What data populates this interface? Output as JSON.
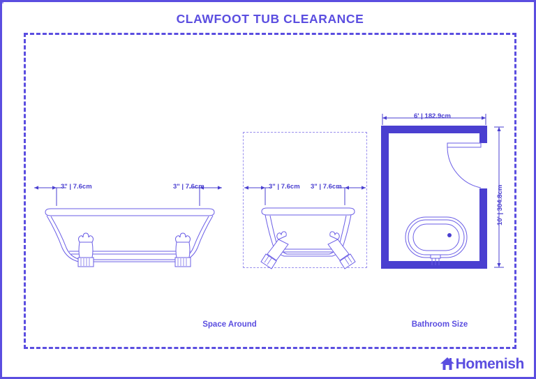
{
  "title": "CLAWFOOT TUB CLEARANCE",
  "colors": {
    "accent": "#5b4ee0",
    "line": "#6a5de6",
    "wall": "#4a3fd0",
    "dim_text": "#4a3fd0",
    "light_dash": "#9a90ee",
    "background": "#ffffff"
  },
  "sections": {
    "space_around": {
      "caption": "Space Around",
      "side_view": {
        "left_clearance": "3\" | 7.6cm",
        "right_clearance": "3\" | 7.6cm"
      },
      "end_view": {
        "left_clearance": "3\" | 7.6cm",
        "right_clearance": "3\" | 7.6cm"
      }
    },
    "bathroom_size": {
      "caption": "Bathroom Size",
      "width": "6' | 182.9cm",
      "height": "10' | 304.8cm"
    }
  },
  "logo": {
    "text": "Homenish",
    "icon": "house-icon"
  }
}
